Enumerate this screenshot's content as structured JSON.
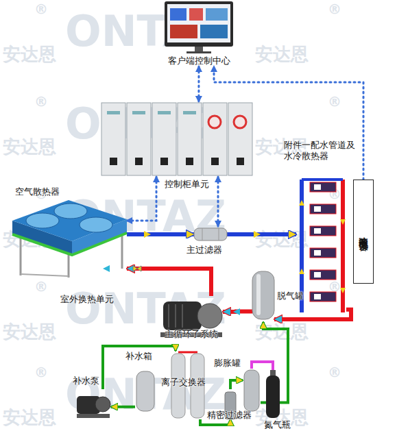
{
  "diagram": {
    "nodes": [
      {
        "text": [
          "客户端控制中心"
        ]
      },
      {
        "text": [
          "控制柜单元"
        ]
      },
      {
        "text": [
          "空气散热器"
        ]
      },
      {
        "text": [
          "附件一配水管道及 水冷散热器"
        ]
      },
      {
        "text": [
          "液冷却电子电力设备"
        ]
      },
      {
        "text": [
          "主过滤器"
        ]
      },
      {
        "text": [
          "脱气罐"
        ]
      },
      {
        "text": [
          "主循环子系统"
        ]
      },
      {
        "text": [
          "补水箱"
        ]
      },
      {
        "text": [
          "补水泵"
        ]
      },
      {
        "text": [
          "离子交换器"
        ]
      },
      {
        "text": [
          "膨胀罐"
        ]
      },
      {
        "text": [
          "精密过滤器"
        ]
      },
      {
        "text": [
          "氮气瓶"
        ]
      }
    ],
    "edges": [
      {
        "from": 0,
        "to": 1,
        "arrow": "both"
      },
      {
        "from": 4,
        "to": 0,
        "arrow": "to"
      },
      {
        "from": 1,
        "to": 2,
        "arrow": "both"
      },
      {
        "from": 1,
        "to": 5,
        "arrow": "both"
      },
      {
        "from": 2,
        "to": 5,
        "arrow": "to"
      },
      {
        "from": 5,
        "to": 3,
        "arrow": "to"
      },
      {
        "from": 3,
        "to": 6,
        "arrow": "to"
      },
      {
        "from": 6,
        "to": 7,
        "arrow": "to"
      },
      {
        "from": 7,
        "to": 2,
        "arrow": "to"
      },
      {
        "from": 8,
        "to": 9,
        "arrow": "to"
      },
      {
        "from": 9,
        "to": 10,
        "arrow": "to"
      },
      {
        "from": 10,
        "to": 12,
        "arrow": "to"
      },
      {
        "from": 12,
        "to": 11,
        "arrow": "to"
      },
      {
        "from": 11,
        "to": 6,
        "arrow": "to"
      },
      {
        "from": 13,
        "to": 11,
        "arrow": "none"
      }
    ],
    "labels": [
      "室外换热单元",
      "®",
      "ONTAZ",
      "安达恩",
      "安达恩",
      "®",
      "®",
      "ONTAZ",
      "安达恩",
      "安达恩",
      "®",
      "®",
      "ONTAZ",
      "安达恩",
      "安达恩",
      "®",
      "®",
      "ONTAZ",
      "安达恩",
      "安达恩",
      "®",
      "®",
      "ONTAZ",
      "安达恩",
      "安达恩",
      "®"
    ]
  }
}
